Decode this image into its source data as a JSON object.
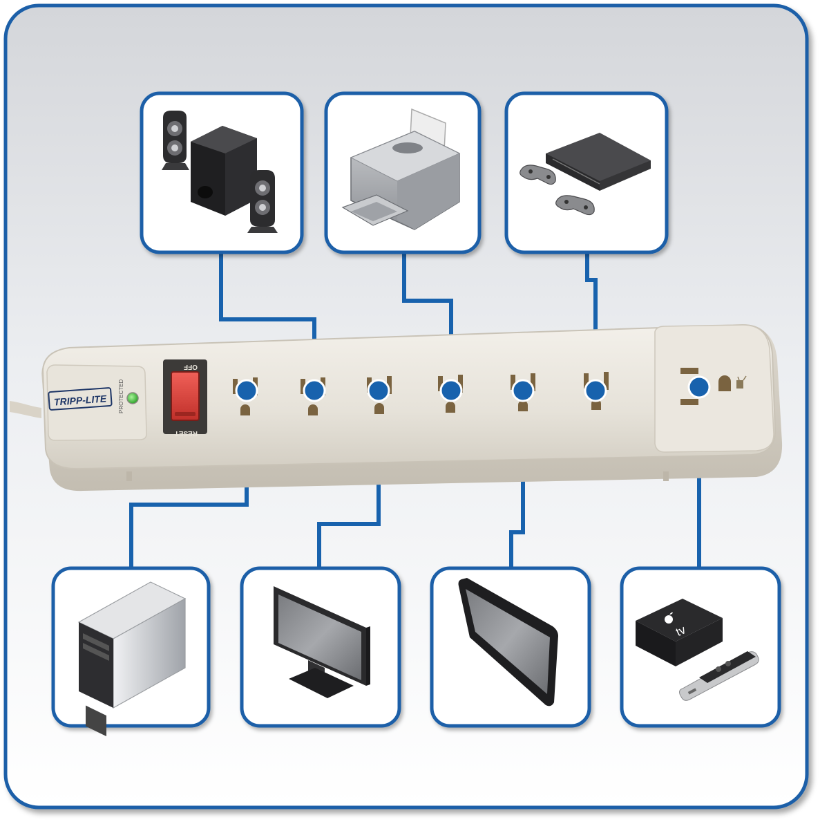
{
  "brand": {
    "logo_text": "TRIPP-LITE",
    "indicator_label": "PROTECTED",
    "switch_off_label": "OFF",
    "switch_reset_label": "RESET"
  },
  "devices_top": [
    {
      "name": "speakers-icon",
      "description": "Computer speakers with subwoofer"
    },
    {
      "name": "printer-icon",
      "description": "Inkjet printer"
    },
    {
      "name": "game-console-icon",
      "description": "Game console with two controllers"
    }
  ],
  "devices_bottom": [
    {
      "name": "desktop-tower-icon",
      "description": "Desktop computer tower"
    },
    {
      "name": "monitor-icon",
      "description": "Computer monitor"
    },
    {
      "name": "tablet-icon",
      "description": "Tablet / flat screen"
    },
    {
      "name": "apple-tv-icon",
      "description": "Streaming media box with remote",
      "label": "tv"
    }
  ],
  "outlet_count": 7,
  "colors": {
    "frame_border": "#1a5fa8",
    "connector_line": "#1862ad",
    "strip_body": "#e9e5dc",
    "switch_red": "#e0433b",
    "led_green": "#3cc43a"
  }
}
